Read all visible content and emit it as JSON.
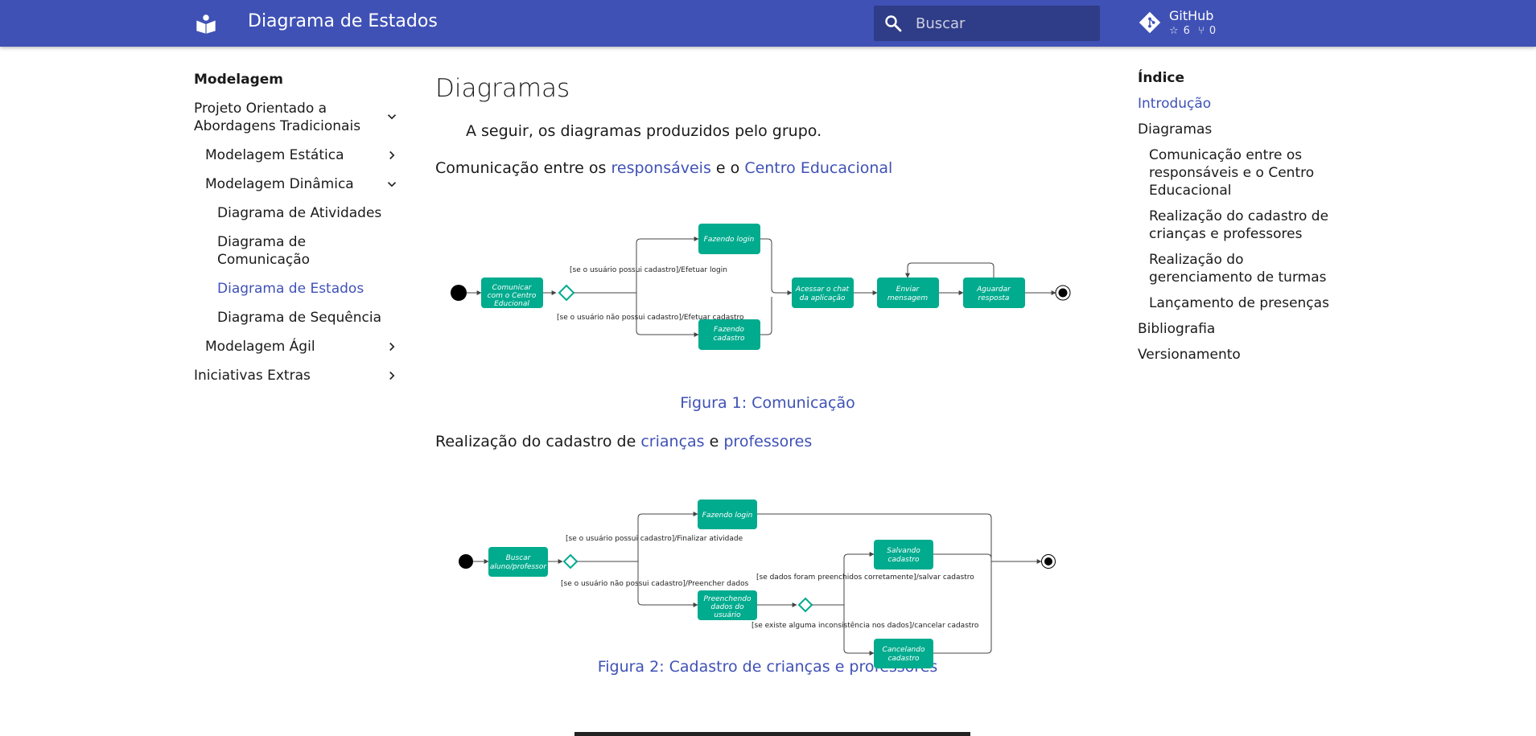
{
  "header": {
    "site_title": "Diagrama de Estados",
    "search_placeholder": "Buscar",
    "repo_name": "GitHub",
    "stars": "6",
    "forks": "0"
  },
  "nav": {
    "title": "Modelagem",
    "items": [
      {
        "label": "Projeto Orientado a Abordagens Tradicionais"
      },
      {
        "label": "Modelagem Estática"
      },
      {
        "label": "Modelagem Dinâmica"
      },
      {
        "label": "Diagrama de Atividades"
      },
      {
        "label": "Diagrama de Comunicação"
      },
      {
        "label": "Diagrama de Estados"
      },
      {
        "label": "Diagrama de Sequência"
      },
      {
        "label": "Modelagem Ágil"
      },
      {
        "label": "Iniciativas Extras"
      }
    ]
  },
  "content": {
    "heading": "Diagramas",
    "lead": "A seguir, os diagramas produzidos pelo grupo.",
    "section1": {
      "pre": "Comunicação entre os",
      "link1": "responsáveis",
      "mid": "e o",
      "link2": "Centro Educacional"
    },
    "figure1": {
      "caption": "Figura 1: Comunicação",
      "states": [
        "Comunicar com o Centro Educional",
        "Fazendo login",
        "Fazendo cadastro",
        "Acessar o chat da aplicação",
        "Enviar mensagem",
        "Aguardar resposta"
      ],
      "labels": [
        "[se o usuário possui cadastro]/Efetuar login",
        "[se o usuário não possui cadastro]/Efetuar cadastro"
      ]
    },
    "section2": {
      "pre": "Realização do cadastro de",
      "link1": "crianças",
      "mid": "e",
      "link2": "professores"
    },
    "figure2": {
      "caption": "Figura 2: Cadastro de crianças e professores",
      "states": [
        "Buscar aluno/professor",
        "Fazendo login",
        "Preenchendo dados do usuário",
        "Salvando cadastro",
        "Cancelando cadastro"
      ],
      "labels": [
        "[se o usuário possui cadastro]/Finalizar atividade",
        "[se o usuário não possui cadastro]/Preencher dados",
        "[se dados foram preenchidos corretamente]/salvar cadastro",
        "[se existe alguma inconsistência nos dados]/cancelar cadastro"
      ]
    }
  },
  "toc": {
    "title": "Índice",
    "items": [
      {
        "label": "Introdução"
      },
      {
        "label": "Diagramas"
      },
      {
        "label": "Comunicação entre os responsáveis e o Centro Educacional"
      },
      {
        "label": "Realização do cadastro de crianças e professores"
      },
      {
        "label": "Realização do gerenciamento de turmas"
      },
      {
        "label": "Lançamento de presenças"
      },
      {
        "label": "Bibliografia"
      },
      {
        "label": "Versionamento"
      }
    ]
  },
  "colors": {
    "primary": "#3f51b5",
    "state": "#00ab8e"
  }
}
